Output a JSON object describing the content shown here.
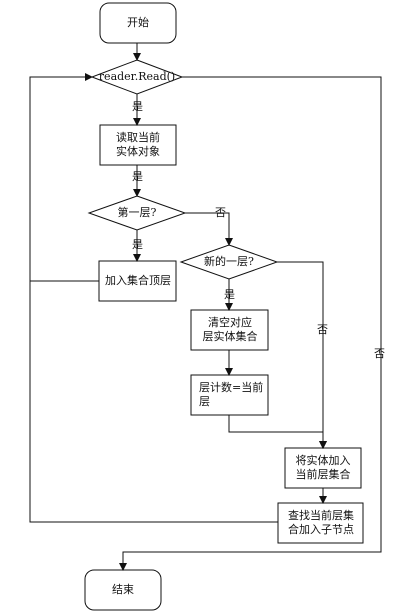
{
  "nodes": {
    "start": "开始",
    "read_loop": "reader.Read()",
    "read_entity": [
      "读取当前",
      "实体对象"
    ],
    "first_level": "第一层?",
    "add_top": "加入集合顶层",
    "new_level": "新的一层?",
    "clear_set": [
      "清空对应",
      "层实体集合"
    ],
    "level_count": [
      "层计数=当前",
      "层"
    ],
    "add_current": [
      "将实体加入",
      "当前层集合"
    ],
    "find_add_child": [
      "查找当前层集",
      "合加入子节点"
    ],
    "end": "结束"
  },
  "edge_labels": {
    "yes": "是",
    "no": "否"
  }
}
